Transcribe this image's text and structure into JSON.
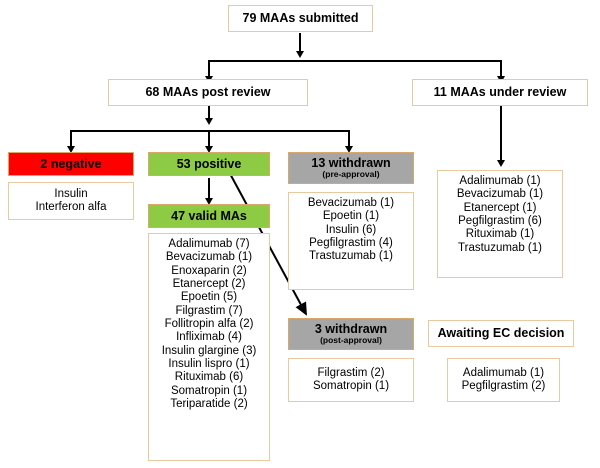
{
  "diagram": {
    "title_box": {
      "label": "79 MAAs submitted"
    },
    "level2": [
      {
        "label": "68 MAAs post review"
      },
      {
        "label": "11 MAAs under review"
      }
    ],
    "negative": {
      "header": "2 negative",
      "items": [
        "Insulin",
        "Interferon alfa"
      ]
    },
    "positive": {
      "header": "53 positive",
      "valid_header": "47 valid MAs",
      "items": [
        "Adalimumab (7)",
        "Bevacizumab (1)",
        "Enoxaparin (2)",
        "Etanercept (2)",
        "Epoetin (5)",
        "Filgrastim (7)",
        "Follitropin alfa (2)",
        "Infliximab (4)",
        "Insulin glargine (3)",
        "Insulin lispro (1)",
        "Rituximab (6)",
        "Somatropin (1)",
        "Teriparatide (2)"
      ]
    },
    "withdrawn_pre": {
      "header": "13 withdrawn",
      "subheader": "(pre-approval)",
      "items": [
        "Bevacizumab (1)",
        "Epoetin (1)",
        "Insulin (6)",
        "Pegfilgrastim (4)",
        "Trastuzumab (1)"
      ]
    },
    "withdrawn_post": {
      "header": "3 withdrawn",
      "subheader": "(post-approval)",
      "items": [
        "Filgrastim (2)",
        "Somatropin (1)"
      ]
    },
    "under_review": {
      "items": [
        "Adalimumab (1)",
        "Bevacizumab (1)",
        "Etanercept (1)",
        "Pegfilgrastim (6)",
        "Rituximab (1)",
        "Trastuzumab (1)"
      ]
    },
    "awaiting": {
      "header": "Awaiting EC decision",
      "items": [
        "Adalimumab (1)",
        "Pegfilgrastim (2)"
      ]
    },
    "colors": {
      "negative": "#ff0000",
      "positive": "#8ecb45",
      "withdrawn": "#a6a6a6",
      "box_border": "#e8c9a0",
      "connector": "#000000"
    }
  }
}
